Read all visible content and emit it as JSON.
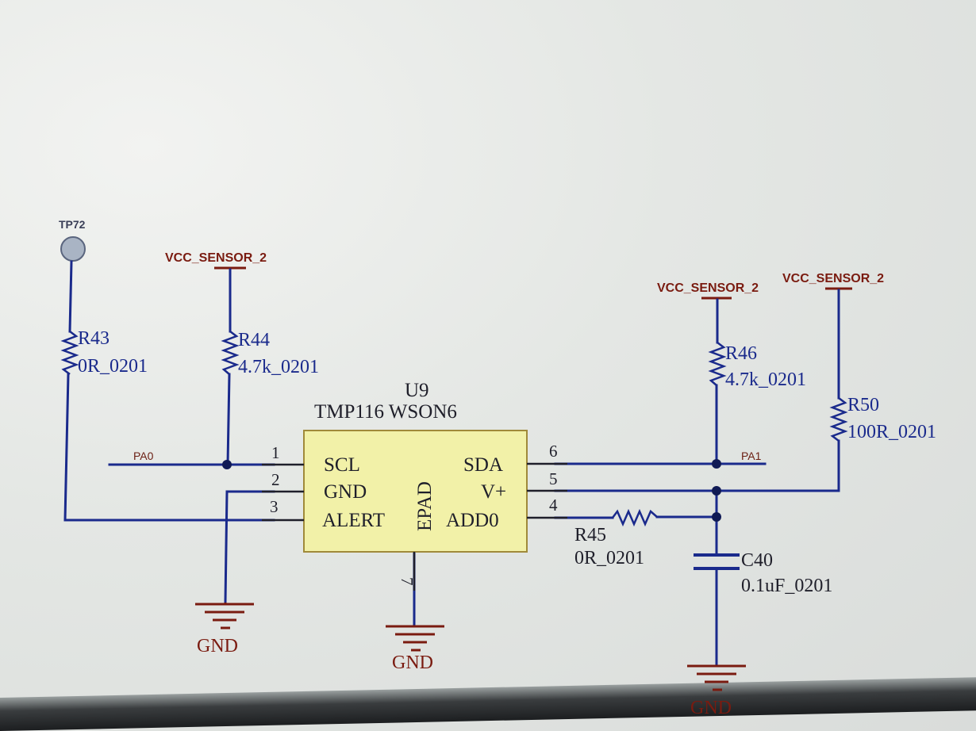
{
  "schematic": {
    "ic": {
      "designator": "U9",
      "part": "TMP116 WSON6",
      "epad": "EPAD",
      "pins": [
        {
          "num": "1",
          "name": "SCL"
        },
        {
          "num": "2",
          "name": "GND"
        },
        {
          "num": "3",
          "name": "ALERT"
        },
        {
          "num": "6",
          "name": "SDA"
        },
        {
          "num": "5",
          "name": "V+"
        },
        {
          "num": "4",
          "name": "ADD0"
        },
        {
          "num": "7",
          "name": ""
        }
      ]
    },
    "testpoint": "TP72",
    "power": [
      "VCC_SENSOR_2",
      "VCC_SENSOR_2",
      "VCC_SENSOR_2"
    ],
    "resistors": [
      {
        "ref": "R43",
        "value": "0R_0201"
      },
      {
        "ref": "R44",
        "value": "4.7k_0201"
      },
      {
        "ref": "R46",
        "value": "4.7k_0201"
      },
      {
        "ref": "R50",
        "value": "100R_0201"
      },
      {
        "ref": "R45",
        "value": "0R_0201"
      }
    ],
    "capacitor": {
      "ref": "C40",
      "value": "0.1uF_0201"
    },
    "nets": {
      "scl": "PA0",
      "sda": "PA1"
    },
    "ground_label": "GND"
  },
  "colors": {
    "wire": "#1a2a8c",
    "power": "#7a1b10",
    "ic_fill": "#f2f1a8",
    "ic_border": "#a08a3a"
  }
}
